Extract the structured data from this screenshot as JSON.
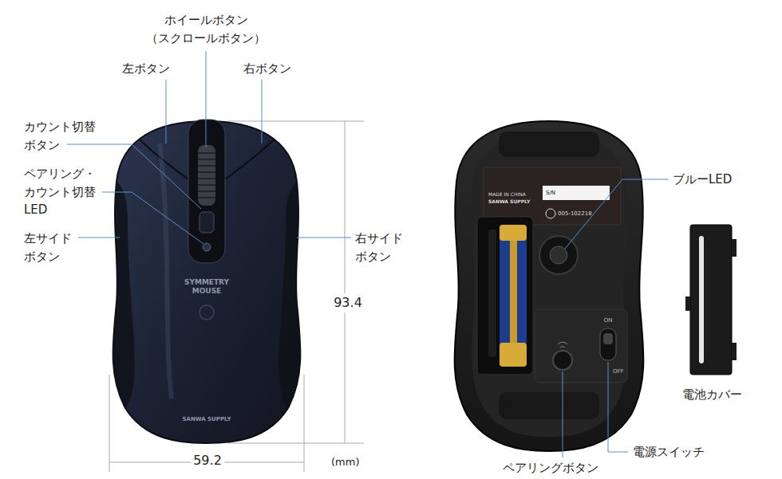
{
  "diagram": {
    "labels": [
      "ホイールボタン （スクロールボタン）",
      "左ボタン",
      "右ボタン",
      "カウント切替 ボタン",
      "ペアリング・ カウント切替 LED",
      "左サイド ボタン",
      "右サイド ボタン",
      "93.4",
      "59.2",
      "(mm)",
      "SYMMETRY MOUSE",
      "SANWA SUPPLY",
      "MADE IN CHINA",
      "SANWA SUPPLY",
      "S/N",
      "005-102218",
      "ON",
      "OFF",
      "ブルーLED",
      "電池カバー",
      "ペアリングボタン",
      "電源スイッチ"
    ]
  }
}
